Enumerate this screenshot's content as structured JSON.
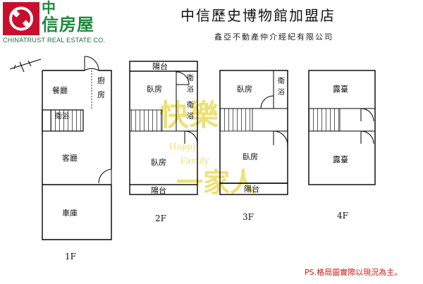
{
  "brand": {
    "name_cn": "中信房屋",
    "name_cn_l1": "中",
    "name_cn_l2": "信房屋",
    "name_en": "CHINATRUST REAL ESTATE CO.",
    "logo_color": "#c8102e",
    "text_color": "#1c8a3c"
  },
  "header": {
    "title": "中信歷史博物館加盟店",
    "subtitle": "鑫亞不動產仲介經紀有限公司"
  },
  "watermark": {
    "line1": "快樂",
    "line2": "一家人",
    "en1": "Happy",
    "en2": "Family",
    "color": "#e8d848"
  },
  "floors": {
    "f1": {
      "label": "1F",
      "rooms": {
        "dining": "餐廳",
        "kitchen_a": "廚",
        "kitchen_b": "房",
        "bath": "衛浴",
        "living": "客廳",
        "garage": "車庫"
      }
    },
    "f2": {
      "label": "2F",
      "rooms": {
        "balcony_top": "陽台",
        "bedroom_1": "臥房",
        "bath_1a": "衛",
        "bath_1b": "浴",
        "bath_2a": "衛",
        "bath_2b": "浴",
        "bedroom_2": "臥房",
        "balcony_bottom": "陽台"
      }
    },
    "f3": {
      "label": "3F",
      "rooms": {
        "bedroom_1": "臥房",
        "bath_a": "衛",
        "bath_b": "浴",
        "bedroom_2": "臥房",
        "balcony": "陽台"
      }
    },
    "f4": {
      "label": "4F",
      "rooms": {
        "terrace_1": "露臺",
        "terrace_2": "露臺"
      }
    }
  },
  "footnote": "PS.格局圖實際以現況為主。",
  "footnote_color": "#d01818"
}
